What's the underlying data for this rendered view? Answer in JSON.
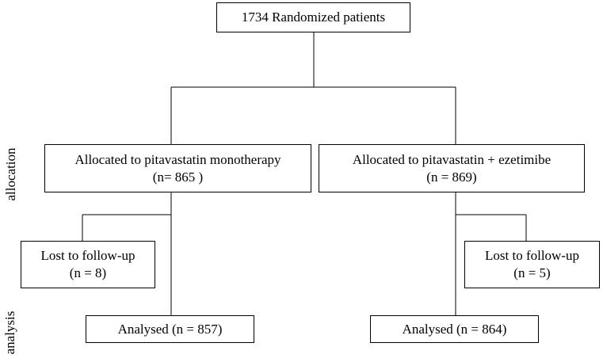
{
  "sections": {
    "allocation": "allocation",
    "analysis": "analysis"
  },
  "boxes": {
    "randomized": {
      "text": "1734 Randomized patients"
    },
    "mono": {
      "line1": "Allocated to pitavastatin monotherapy",
      "line2": "(n= 865 )"
    },
    "combo": {
      "line1": "Allocated to pitavastatin + ezetimibe",
      "line2": "(n = 869)"
    },
    "lost_mono": {
      "line1": "Lost to follow-up",
      "line2": "(n = 8)"
    },
    "lost_combo": {
      "line1": "Lost to follow-up",
      "line2": "(n = 5)"
    },
    "analysed_mono": {
      "text": "Analysed (n = 857)"
    },
    "analysed_combo": {
      "text": "Analysed (n = 864)"
    }
  }
}
